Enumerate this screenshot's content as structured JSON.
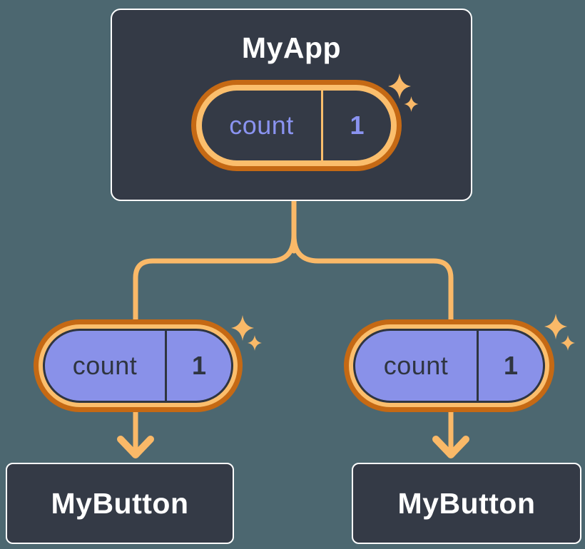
{
  "colors": {
    "background": "#4C6770",
    "card": "#343A46",
    "card_border": "#FFFFFF",
    "line_orange": "#FAB968",
    "ring_orange_dark": "#C56914",
    "ring_orange_light": "#FBBE6C",
    "state_fill": "#8991E9",
    "ink": "#2F3540",
    "state_text_light": "#8A93F0",
    "title_text": "#FFFFFF"
  },
  "diagram": {
    "root": {
      "title": "MyApp",
      "state": {
        "label": "count",
        "value": "1"
      }
    },
    "branches": [
      {
        "prop": {
          "label": "count",
          "value": "1"
        },
        "child": {
          "title": "MyButton"
        }
      },
      {
        "prop": {
          "label": "count",
          "value": "1"
        },
        "child": {
          "title": "MyButton"
        }
      }
    ]
  }
}
